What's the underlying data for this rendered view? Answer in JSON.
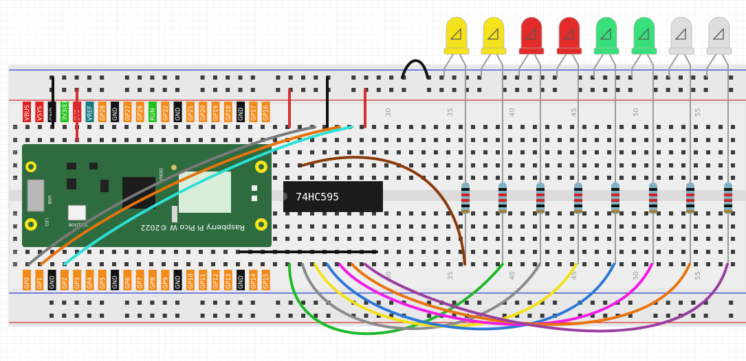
{
  "colors": {
    "board_green": "#2e6b3f",
    "breadboard": "#eeeeee",
    "rail_red": "#d63030",
    "rail_blue": "#2b3fd6",
    "chip": "#1b1b1b",
    "pin_orange": "#f28a1a",
    "pin_black": "#111111",
    "pin_red": "#e02020",
    "pin_green": "#21c21a",
    "pin_teal": "#177a82"
  },
  "top_pins": [
    {
      "label": "VBUS",
      "color": "red"
    },
    {
      "label": "VSYS",
      "color": "red"
    },
    {
      "label": "GND",
      "color": "black"
    },
    {
      "label": "3V3(E)",
      "color": "green"
    },
    {
      "label": "3V3",
      "color": "red"
    },
    {
      "label": "VREF",
      "color": "teal"
    },
    {
      "label": "GP28",
      "color": "orange"
    },
    {
      "label": "GND",
      "color": "black"
    },
    {
      "label": "GP27",
      "color": "orange"
    },
    {
      "label": "GP26",
      "color": "orange"
    },
    {
      "label": "RUN",
      "color": "green"
    },
    {
      "label": "GP22",
      "color": "orange"
    },
    {
      "label": "GND",
      "color": "black"
    },
    {
      "label": "GP21",
      "color": "orange"
    },
    {
      "label": "GP20",
      "color": "orange"
    },
    {
      "label": "GP19",
      "color": "orange"
    },
    {
      "label": "GP18",
      "color": "orange"
    },
    {
      "label": "GND",
      "color": "black"
    },
    {
      "label": "GP17",
      "color": "orange"
    },
    {
      "label": "GP16",
      "color": "orange"
    }
  ],
  "bottom_pins": [
    {
      "label": "GP0",
      "color": "orange"
    },
    {
      "label": "GP1",
      "color": "orange"
    },
    {
      "label": "GND",
      "color": "black"
    },
    {
      "label": "GP2",
      "color": "orange"
    },
    {
      "label": "GP3",
      "color": "orange"
    },
    {
      "label": "GP4",
      "color": "orange"
    },
    {
      "label": "GP5",
      "color": "orange"
    },
    {
      "label": "GND",
      "color": "black"
    },
    {
      "label": "GP6",
      "color": "orange"
    },
    {
      "label": "GP7",
      "color": "orange"
    },
    {
      "label": "GP8",
      "color": "orange"
    },
    {
      "label": "GP9",
      "color": "orange"
    },
    {
      "label": "GND",
      "color": "black"
    },
    {
      "label": "GP10",
      "color": "orange"
    },
    {
      "label": "GP11",
      "color": "orange"
    },
    {
      "label": "GP12",
      "color": "orange"
    },
    {
      "label": "GP13",
      "color": "orange"
    },
    {
      "label": "GND",
      "color": "black"
    },
    {
      "label": "GP14",
      "color": "orange"
    },
    {
      "label": "GP15",
      "color": "orange"
    }
  ],
  "pico": {
    "name": "Raspberry Pi Pico W ©2022",
    "usb_label": "USB",
    "led_label": "LED",
    "bootsel_label": "BOOTSEL",
    "debug_label": "DEBUG"
  },
  "chip_label": "74HC595",
  "column_numbers": [
    "30",
    "35",
    "40",
    "45",
    "50",
    "55"
  ],
  "row_letters_left": [
    "J",
    "I",
    "H",
    "G",
    "F",
    "E",
    "D",
    "C",
    "B",
    "A"
  ],
  "leds": [
    {
      "color": "yellow",
      "hex": "#f4e21c"
    },
    {
      "color": "yellow",
      "hex": "#f4e21c"
    },
    {
      "color": "red",
      "hex": "#e32b2b"
    },
    {
      "color": "red",
      "hex": "#e32b2b"
    },
    {
      "color": "green",
      "hex": "#37e07a"
    },
    {
      "color": "green",
      "hex": "#37e07a"
    },
    {
      "color": "white",
      "hex": "#dedede"
    },
    {
      "color": "white",
      "hex": "#dedede"
    }
  ],
  "wires": [
    {
      "color": "#8a3a0a"
    },
    {
      "color": "#1fb82a"
    },
    {
      "color": "#8a8a8a"
    },
    {
      "color": "#f1e11b"
    },
    {
      "color": "#2b78d6"
    },
    {
      "color": "#f01ce6"
    },
    {
      "color": "#e8730c"
    },
    {
      "color": "#9a3ea0"
    },
    {
      "color": "#7a7a7a"
    },
    {
      "color": "#e8730c"
    },
    {
      "color": "#2de0d8"
    }
  ]
}
